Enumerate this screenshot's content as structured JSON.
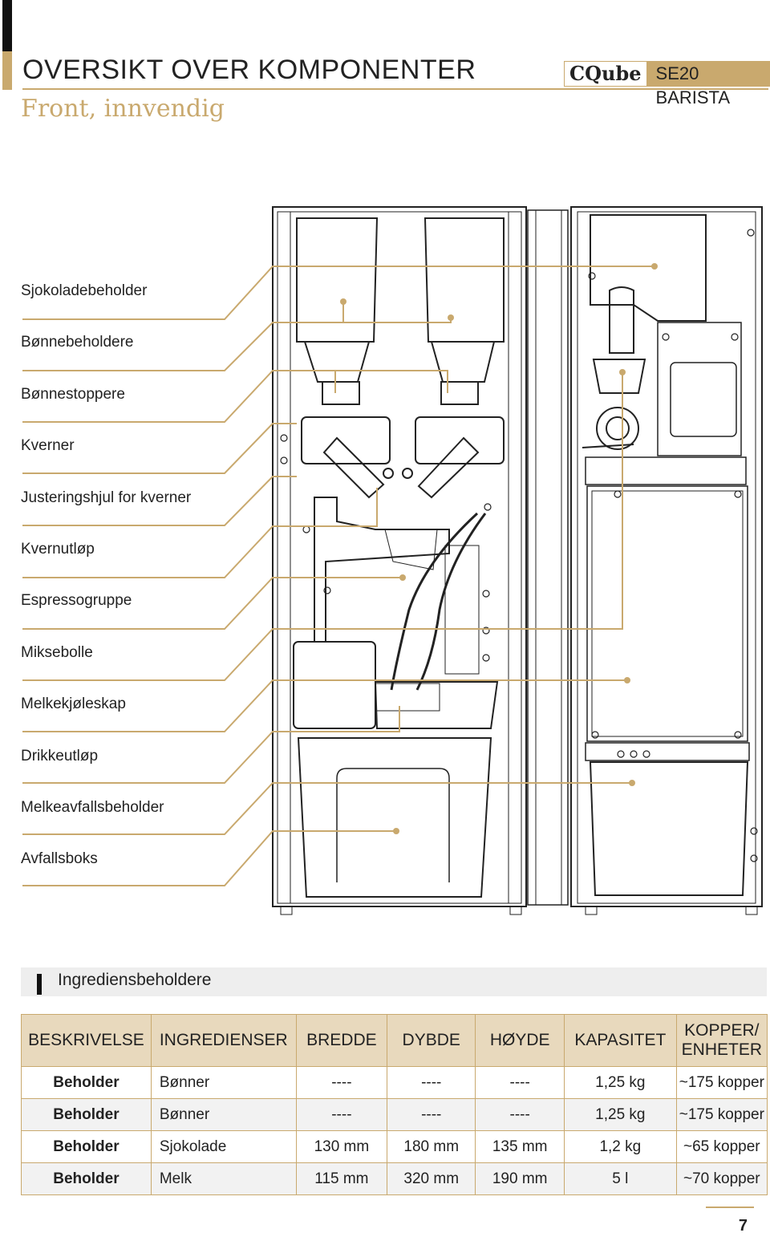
{
  "header": {
    "title": "OVERSIKT OVER KOMPONENTER",
    "subtitle": "Front, innvendig",
    "brand_name": "CQube",
    "brand_model": "SE20 BARISTA"
  },
  "components": [
    "Sjokoladebeholder",
    "Bønnebeholdere",
    "Bønnestoppere",
    "Kverner",
    "Justeringshjul for kverner",
    "Kvernutløp",
    "Espressogruppe",
    "Miksebolle",
    "Melkekjøleskap",
    "Drikkeutløp",
    "Melkeavfallsbeholder",
    "Avfallsboks"
  ],
  "section": {
    "title": "Ingrediensbeholdere"
  },
  "table": {
    "headers": [
      "BESKRIVELSE",
      "INGREDIENSER",
      "BREDDE",
      "DYBDE",
      "HØYDE",
      "KAPASITET",
      "KOPPER/ ENHETER"
    ],
    "rows": [
      [
        "Beholder",
        "Bønner",
        "----",
        "----",
        "----",
        "1,25 kg",
        "~175 kopper"
      ],
      [
        "Beholder",
        "Bønner",
        "----",
        "----",
        "----",
        "1,25 kg",
        "~175 kopper"
      ],
      [
        "Beholder",
        "Sjokolade",
        "130 mm",
        "180 mm",
        "135 mm",
        "1,2 kg",
        "~65 kopper"
      ],
      [
        "Beholder",
        "Melk",
        "115 mm",
        "320 mm",
        "190 mm",
        "5 l",
        "~70 kopper"
      ]
    ]
  },
  "page_number": "7",
  "colors": {
    "accent": "#c9a96e",
    "header_bg": "#e8d9bd",
    "text": "#222222"
  }
}
